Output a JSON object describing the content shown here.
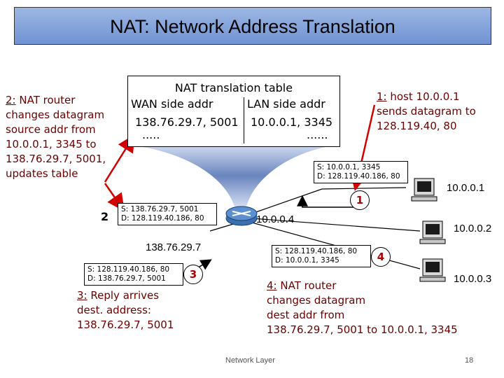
{
  "title": "NAT: Network Address Translation",
  "table": {
    "heading": "NAT translation table",
    "col_wan": "WAN side addr",
    "col_lan": "LAN side addr",
    "row_wan": "138.76.29.7, 5001",
    "row_lan": "10.0.0.1, 3345",
    "ellipsis_wan": ".....",
    "ellipsis_lan": "......"
  },
  "step1": {
    "num": "1:",
    "text1": " host 10.0.0.1",
    "text2": "sends datagram to",
    "text3": "128.119.40, 80"
  },
  "step2": {
    "num": "2:",
    "text1": " NAT router",
    "lines": [
      "changes datagram",
      "source addr from",
      "10.0.0.1, 3345 to",
      "138.76.29.7, 5001,",
      "updates table"
    ]
  },
  "step3": {
    "num": "3:",
    "text1": " Reply arrives",
    "lines": [
      "dest. address:",
      "138.76.29.7, 5001"
    ]
  },
  "step4": {
    "num": "4:",
    "text1": " NAT router",
    "lines": [
      "changes datagram",
      "dest addr from",
      "138.76.29.7, 5001 to 10.0.0.1, 3345"
    ]
  },
  "packets": {
    "p1_src": "S: 10.0.0.1, 3345",
    "p1_dst": "D: 128.119.40.186, 80",
    "p2_src": "S: 138.76.29.7, 5001",
    "p2_dst": "D: 128.119.40.186, 80",
    "p3_src": "S: 128.119.40.186, 80",
    "p3_dst": "D: 138.76.29.7, 5001",
    "p4_src": "S: 128.119.40.186, 80",
    "p4_dst": "D: 10.0.0.1, 3345"
  },
  "markers": {
    "m1": "1",
    "m2": "2",
    "m3": "3",
    "m4": "4"
  },
  "addresses": {
    "router_lan": "10.0.0.4",
    "router_wan": "138.76.29.7",
    "host1": "10.0.0.1",
    "host2": "10.0.0.2",
    "host3": "10.0.0.3"
  },
  "footer": {
    "left": "Network Layer",
    "page": "18"
  },
  "colors": {
    "title_bg": "#7e9fd9",
    "step_text": "#6b0000",
    "arrow_red": "#d40000",
    "router": "#3a6fb0",
    "pipe": "#3b5aa0"
  }
}
